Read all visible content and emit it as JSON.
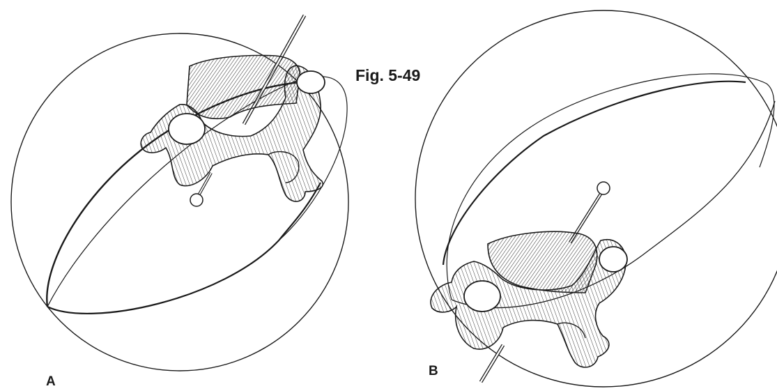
{
  "figure": {
    "caption": "Fig. 5-49",
    "panels": [
      {
        "label": "A"
      },
      {
        "label": "B"
      }
    ],
    "colors": {
      "ink": "#1a1a1a",
      "hatch": "#3a3a3a",
      "paper": "#ffffff"
    }
  }
}
